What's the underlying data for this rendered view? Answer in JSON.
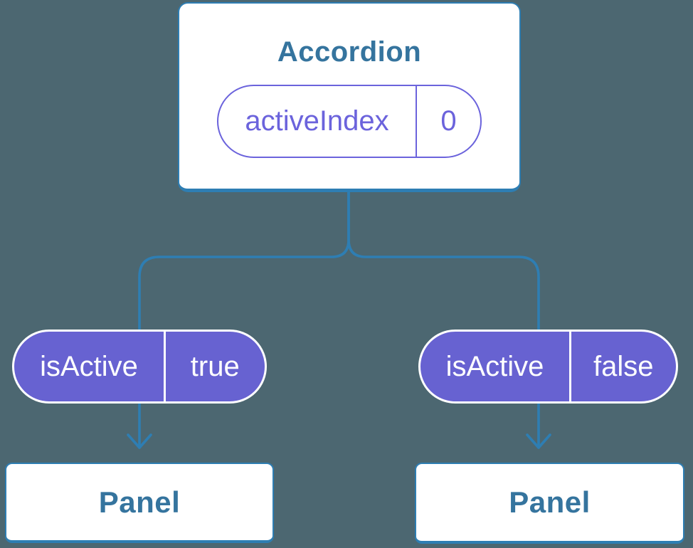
{
  "diagram": {
    "root": {
      "title": "Accordion",
      "state": {
        "label": "activeIndex",
        "value": "0"
      }
    },
    "props": [
      {
        "label": "isActive",
        "value": "true"
      },
      {
        "label": "isActive",
        "value": "false"
      }
    ],
    "leaves": [
      {
        "title": "Panel"
      },
      {
        "title": "Panel"
      }
    ]
  },
  "colors": {
    "bg": "#4C6771",
    "edge": "#2E7EB3",
    "node-text": "#35749E",
    "pill-fill": "#6762D1",
    "pill-outline": "#6B63DC",
    "node-fill": "#FFFFFF",
    "pill-text": "#FFFFFF"
  }
}
